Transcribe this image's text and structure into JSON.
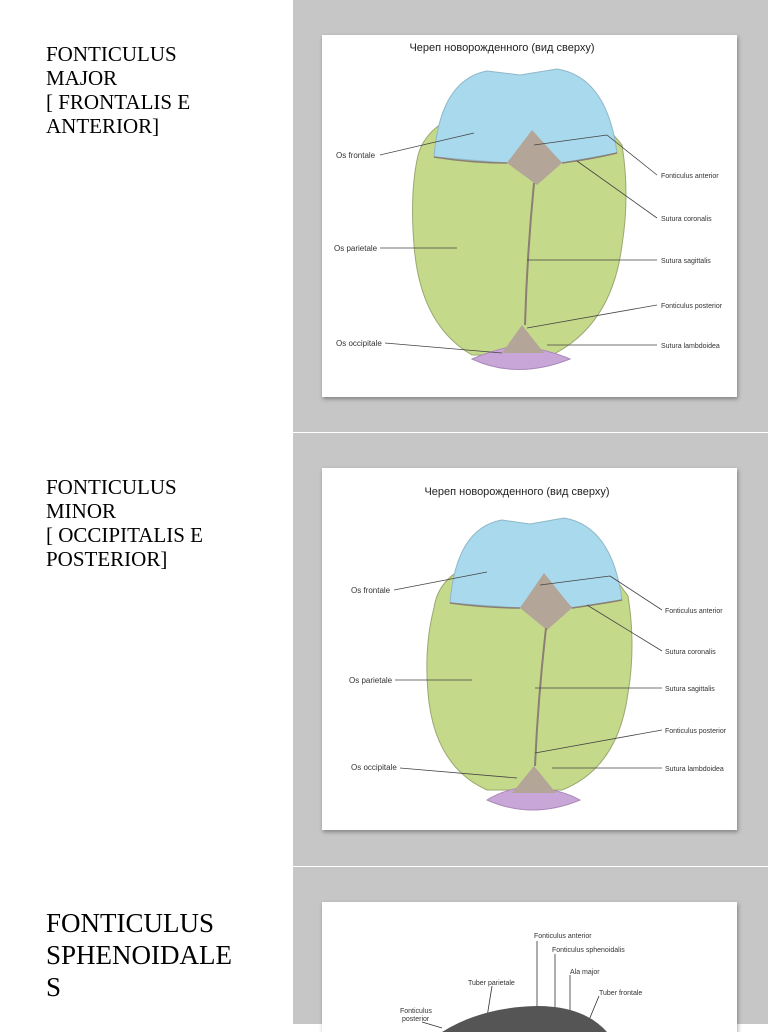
{
  "slides": [
    {
      "title_lines": [
        "FONTICULUS",
        "MAJOR",
        "[ FRONTALIS E",
        "ANTERIOR]"
      ],
      "figure": {
        "title": "Череп новорожденного (вид сверху)",
        "labels_left": [
          "Os frontale",
          "Os parietale",
          "Os occipitale"
        ],
        "labels_right": [
          "Fonticulus anterior",
          "Sutura coronalis",
          "Sutura sagittalis",
          "Fonticulus posterior",
          "Sutura lambdoidea"
        ]
      }
    },
    {
      "title_lines": [
        "FONTICULUS",
        "MINOR",
        "[ OCCIPITALIS E",
        "POSTERIOR]"
      ],
      "figure": {
        "title": "Череп новорожденного (вид сверху)",
        "labels_left": [
          "Os frontale",
          "Os parietale",
          "Os occipitale"
        ],
        "labels_right": [
          "Fonticulus anterior",
          "Sutura coronalis",
          "Sutura sagittalis",
          "Fonticulus posterior",
          "Sutura lambdoidea"
        ]
      }
    },
    {
      "title_lines": [
        "FONTICULUS",
        "SPHENOIDALE",
        "S"
      ],
      "figure": {
        "labels": [
          "Fonticulus anterior",
          "Fonticulus sphenoidalis",
          "Ala major",
          "Tuber parietale",
          "Tuber frontale",
          "Fonticulus",
          "posterior"
        ]
      }
    }
  ],
  "colors": {
    "frontal_bone": "#a9d9ec",
    "parietal_bone": "#c5d98a",
    "occipital_bone": "#c9a6d8",
    "fontanelle": "#b3a597",
    "panel_background": "#c6c6c6"
  }
}
